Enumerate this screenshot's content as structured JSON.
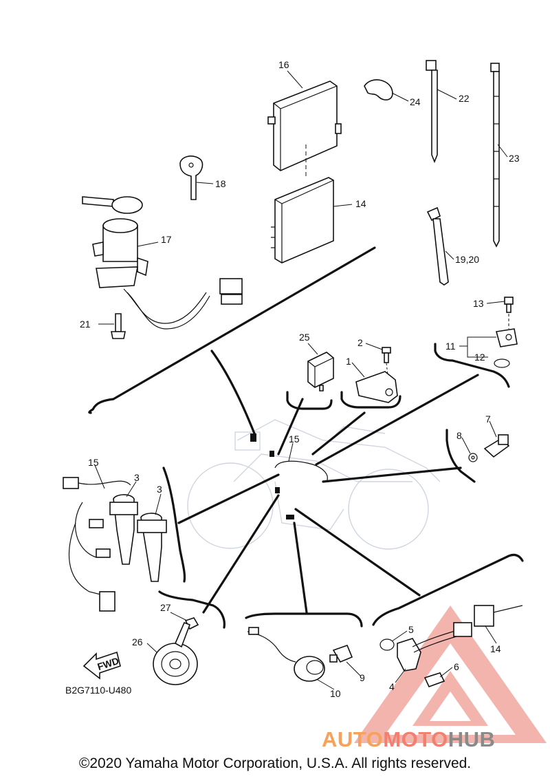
{
  "diagram": {
    "code": "B2G7110-U480",
    "fwd_label": "FWD",
    "callouts": {
      "c1": "1",
      "c2": "2",
      "c3a": "3",
      "c3b": "3",
      "c4": "4",
      "c5": "5",
      "c6": "6",
      "c7": "7",
      "c8": "8",
      "c9": "9",
      "c10": "10",
      "c11": "11",
      "c12": "12",
      "c13": "13",
      "c14a": "14",
      "c14b": "14",
      "c15a": "15",
      "c15b": "15",
      "c16": "16",
      "c17": "17",
      "c18": "18",
      "c19": "19,20",
      "c21": "21",
      "c22": "22",
      "c23": "23",
      "c24": "24",
      "c25": "25",
      "c26": "26",
      "c27": "27"
    }
  },
  "watermark": {
    "part1": "AUTO",
    "part2": "MOTO",
    "part3": "HUB"
  },
  "copyright": "©2020 Yamaha Motor Corporation, U.S.A. All rights reserved."
}
